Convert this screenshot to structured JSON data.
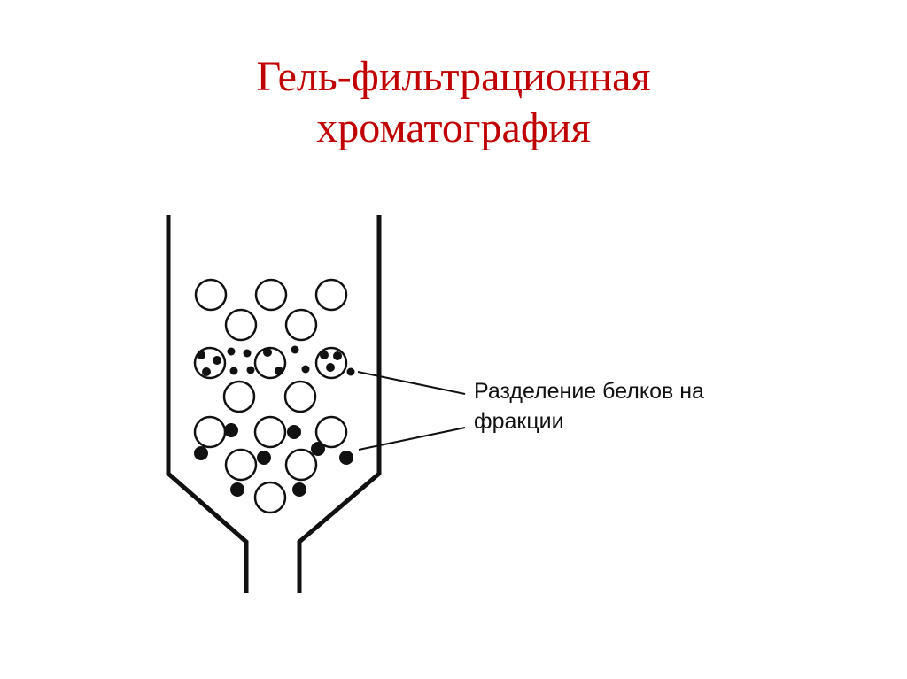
{
  "slide": {
    "title_line1": "Гель-фильтрационная",
    "title_line2": "хроматография",
    "title_color": "#c00000"
  },
  "diagram": {
    "description": "Column packed with gel beads; small protein molecules penetrate porous beads, large ones pass between beads",
    "label_line1": "Разделение белков на",
    "label_line2": "фракции",
    "stroke_color": "#111111"
  }
}
